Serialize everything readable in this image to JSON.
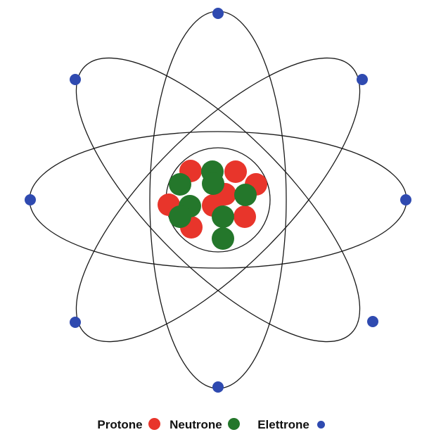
{
  "colors": {
    "proton": "#e8352b",
    "neutron": "#24772b",
    "electron": "#2f4ab0",
    "orbit": "#1a1a1a"
  },
  "legend": {
    "proton_label": "Protone",
    "neutron_label": "Neutrone",
    "electron_label": "Elettrone"
  }
}
